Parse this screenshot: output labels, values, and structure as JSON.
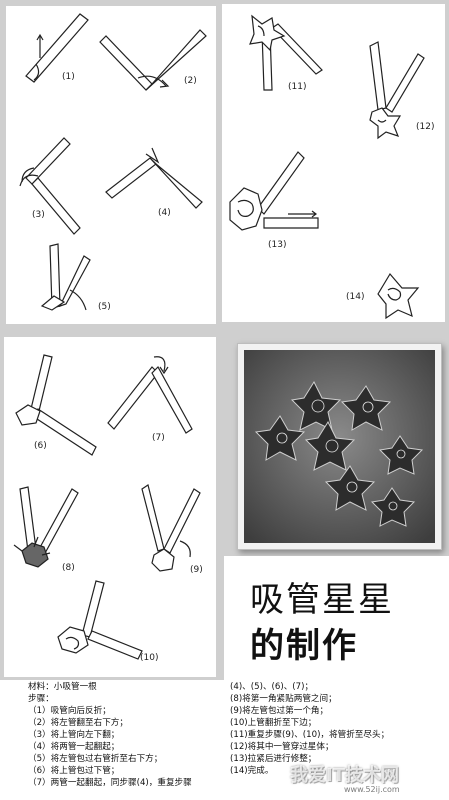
{
  "panel_a": {
    "steps": [
      {
        "label": "(1)"
      },
      {
        "label": "(2)"
      },
      {
        "label": "(3)"
      },
      {
        "label": "(4)"
      },
      {
        "label": "(5)"
      }
    ]
  },
  "panel_b": {
    "steps": [
      {
        "label": "(11)"
      },
      {
        "label": "(12)"
      },
      {
        "label": "(13)"
      },
      {
        "label": "(14)"
      }
    ]
  },
  "panel_c": {
    "steps": [
      {
        "label": "(6)"
      },
      {
        "label": "(7)"
      },
      {
        "label": "(8)"
      },
      {
        "label": "(9)"
      },
      {
        "label": "(10)"
      }
    ]
  },
  "title": {
    "line1": "吸管星星",
    "line2": "的制作"
  },
  "instructions": {
    "left": [
      "材料：小吸管一根",
      "步骤：",
      "（1）吸管向后反折；",
      "（2）将左管翻至右下方；",
      "（3）将上管向左下翻；",
      "（4）将两管一起翻起；",
      "（5）将左管包过右管折至右下方；",
      "（6）将上管包过下管；",
      "（7）两管一起翻起，同步骤(4)，重复步骤"
    ],
    "right": [
      "(4)、(5)、(6)、(7)；",
      "(8)将第一角紧贴两管之间；",
      "(9)将左管包过第一个角；",
      "(10)上管翻折至下边；",
      "(11)重复步骤(9)、(10)，将管折至尽头；",
      "(12)将其中一管穿过星体；",
      "(13)拉紧后进行修整；",
      "(14)完成。"
    ]
  },
  "watermark": {
    "main": "我爱IT技术网",
    "url": "www.52ij.com"
  },
  "colors": {
    "background": "#cfcfcf",
    "panel": "#ffffff",
    "ink": "#111111"
  }
}
